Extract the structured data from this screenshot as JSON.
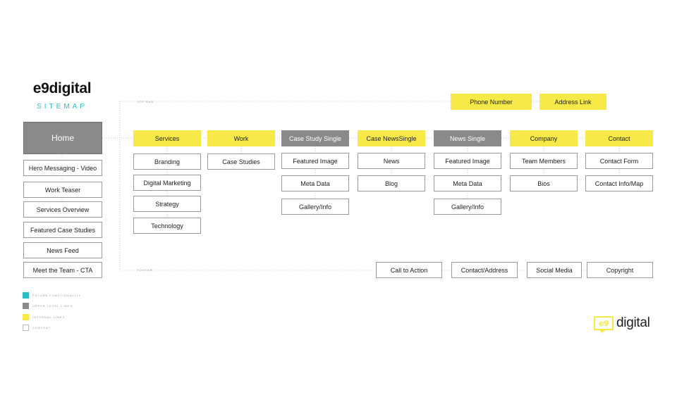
{
  "brand": {
    "title": "e9digital",
    "subtitle": "SITEMAP"
  },
  "top_bar": {
    "label": "TOP BAR",
    "items": [
      "Phone Number",
      "Address Link"
    ]
  },
  "home": {
    "label": "Home",
    "sections": [
      "Hero Messaging - Video",
      "Work Teaser",
      "Services Overview",
      "Featured Case Studies",
      "News Feed",
      "Meet the Team - CTA"
    ]
  },
  "nav": [
    {
      "label": "Services",
      "kind": "internal",
      "children": [
        "Branding",
        "Digital Marketing",
        "Strategy",
        "Technology"
      ]
    },
    {
      "label": "Work",
      "kind": "internal",
      "children": [
        "Case Studies"
      ]
    },
    {
      "label": "Case Study Single",
      "kind": "upper",
      "children": [
        "Featured Image",
        "Meta Data",
        "Gallery/Info"
      ]
    },
    {
      "label": "Case NewsSingle",
      "kind": "internal",
      "children": [
        "News",
        "Blog"
      ]
    },
    {
      "label": "News Single",
      "kind": "upper",
      "children": [
        "Featured Image",
        "Meta Data",
        "Gallery/Info"
      ]
    },
    {
      "label": "Company",
      "kind": "internal",
      "children": [
        "Team Members",
        "Bios"
      ]
    },
    {
      "label": "Contact",
      "kind": "internal",
      "children": [
        "Contact Form",
        "Contact Info/Map"
      ]
    }
  ],
  "footer": {
    "label": "FOOTER",
    "items": [
      "Call to Action",
      "Contact/Address",
      "Social Media",
      "Copyright"
    ]
  },
  "legend": [
    {
      "label": "FUTURE FUNCTIONALITY",
      "color": "#2bbfc4"
    },
    {
      "label": "UPPER LEVEL LINKS",
      "color": "#8a8a8a"
    },
    {
      "label": "INTERNAL LINKS",
      "color": "#f7ea48"
    },
    {
      "label": "CONTENT",
      "color": "#ffffff"
    }
  ],
  "logo": {
    "mark": "e9",
    "word": "digital"
  },
  "colors": {
    "yellow": "#f7ea48",
    "gray": "#8a8a8a",
    "teal": "#2bbfc4",
    "border": "#9a9a9a",
    "dots": "#c8c8c8"
  }
}
